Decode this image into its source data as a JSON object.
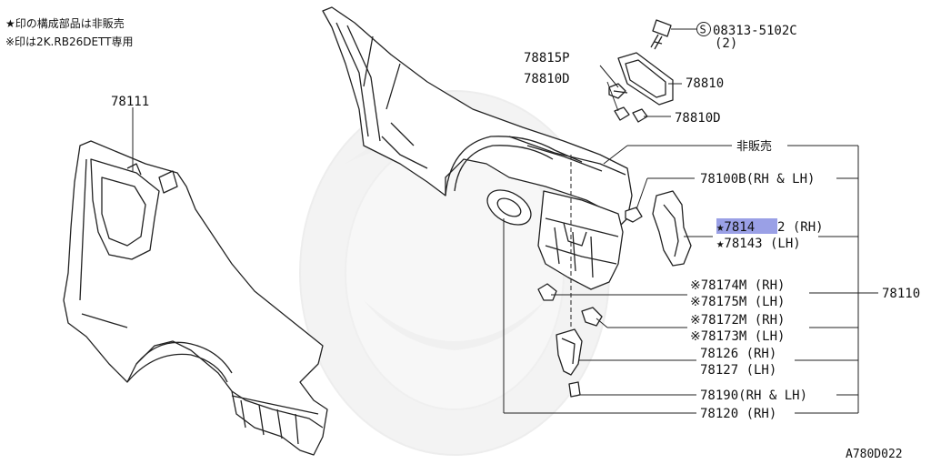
{
  "notes": [
    "★印の構成部品は非販売",
    "※印は2K.RB26DETT専用"
  ],
  "labels": {
    "p78111": "78111",
    "p08313": "08313-5102C",
    "p08313_qty": "(2)",
    "p78815P": "78815P",
    "p78810D_a": "78810D",
    "p78810": "78810",
    "p78810D_b": "78810D",
    "not_sold": "非販売",
    "p78100B": "78100B(RH & LH)",
    "p78142_pre": "★7814",
    "p78142_post": "2 (RH)",
    "p78143": "★78143 (LH)",
    "p78174M": "※78174M (RH)",
    "p78175M": "※78175M (LH)",
    "p78110": "78110",
    "p78172M": "※78172M (RH)",
    "p78173M": "※78173M (LH)",
    "p78126": "78126 (RH)",
    "p78127": "78127 (LH)",
    "p78190": "78190(RH & LH)",
    "p78120": "78120 (RH)",
    "diagram_id": "A780D022"
  },
  "screw_symbol": "S",
  "highlight_color": "#9aa0e6"
}
